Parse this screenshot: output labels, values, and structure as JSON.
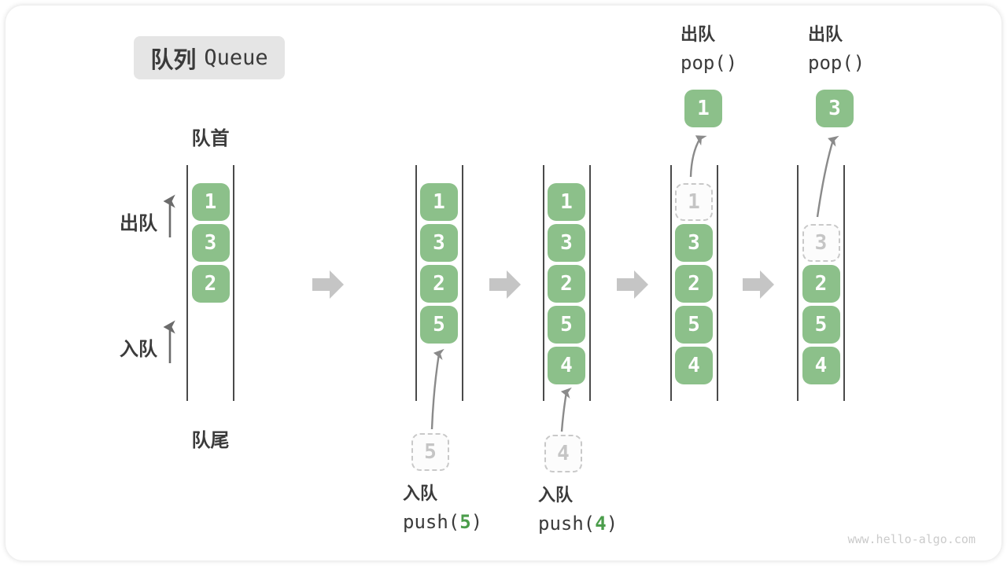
{
  "title": {
    "zh": "队列",
    "en": "Queue"
  },
  "labels": {
    "front": "队首",
    "rear": "队尾",
    "dequeue_side": "出队",
    "enqueue_side": "入队"
  },
  "colors": {
    "box_green": "#8CC08A",
    "code_arg_green": "#4B9D4B",
    "text_dark": "#3B3B3B",
    "dashed_gray": "#C9C9C9",
    "flow_arrow_gray": "#C5C5C5",
    "column_line": "#4A4A4A"
  },
  "states": [
    {
      "name": "initial-queue",
      "cells": [
        {
          "slot": 0,
          "value": "1",
          "style": "solid"
        },
        {
          "slot": 1,
          "value": "3",
          "style": "solid"
        },
        {
          "slot": 2,
          "value": "2",
          "style": "solid"
        }
      ]
    },
    {
      "name": "after-push-5",
      "cells": [
        {
          "slot": 0,
          "value": "1",
          "style": "solid"
        },
        {
          "slot": 1,
          "value": "3",
          "style": "solid"
        },
        {
          "slot": 2,
          "value": "2",
          "style": "solid"
        },
        {
          "slot": 3,
          "value": "5",
          "style": "solid"
        }
      ],
      "staging": {
        "value": "5"
      },
      "op": {
        "zh": "入队",
        "code_prefix": "push(",
        "code_arg": "5",
        "code_suffix": ")"
      }
    },
    {
      "name": "after-push-4",
      "cells": [
        {
          "slot": 0,
          "value": "1",
          "style": "solid"
        },
        {
          "slot": 1,
          "value": "3",
          "style": "solid"
        },
        {
          "slot": 2,
          "value": "2",
          "style": "solid"
        },
        {
          "slot": 3,
          "value": "5",
          "style": "solid"
        },
        {
          "slot": 4,
          "value": "4",
          "style": "solid"
        }
      ],
      "staging": {
        "value": "4"
      },
      "op": {
        "zh": "入队",
        "code_prefix": "push(",
        "code_arg": "4",
        "code_suffix": ")"
      }
    },
    {
      "name": "after-pop-1",
      "cells": [
        {
          "slot": 0,
          "value": "1",
          "style": "dashed"
        },
        {
          "slot": 1,
          "value": "3",
          "style": "solid"
        },
        {
          "slot": 2,
          "value": "2",
          "style": "solid"
        },
        {
          "slot": 3,
          "value": "5",
          "style": "solid"
        },
        {
          "slot": 4,
          "value": "4",
          "style": "solid"
        }
      ],
      "popped": {
        "value": "1"
      },
      "op": {
        "zh": "出队",
        "code_prefix": "pop()",
        "code_arg": "",
        "code_suffix": ""
      }
    },
    {
      "name": "after-pop-3",
      "cells": [
        {
          "slot": 1,
          "value": "3",
          "style": "dashed"
        },
        {
          "slot": 2,
          "value": "2",
          "style": "solid"
        },
        {
          "slot": 3,
          "value": "5",
          "style": "solid"
        },
        {
          "slot": 4,
          "value": "4",
          "style": "solid"
        }
      ],
      "popped": {
        "value": "3"
      },
      "op": {
        "zh": "出队",
        "code_prefix": "pop()",
        "code_arg": "",
        "code_suffix": ""
      }
    }
  ],
  "watermark": "www.hello-algo.com"
}
